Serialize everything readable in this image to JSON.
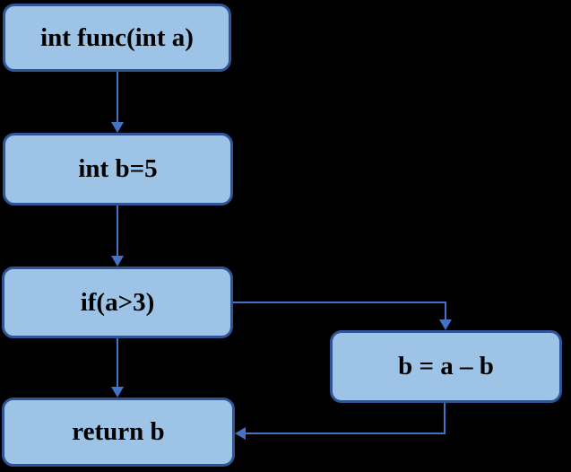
{
  "diagram": {
    "type": "flowchart",
    "description": "Control flow of a C function returning b, with conditional assignment",
    "nodes": [
      {
        "id": "func",
        "label": "int func(int a)"
      },
      {
        "id": "init",
        "label": "int b=5"
      },
      {
        "id": "cond",
        "label": "if(a>3)"
      },
      {
        "id": "assign",
        "label": "b = a – b"
      },
      {
        "id": "return",
        "label": "return b"
      }
    ],
    "edges": [
      {
        "from": "func",
        "to": "init",
        "route": "straight-down"
      },
      {
        "from": "init",
        "to": "cond",
        "route": "straight-down"
      },
      {
        "from": "cond",
        "to": "assign",
        "route": "right-then-down",
        "branch": "true"
      },
      {
        "from": "cond",
        "to": "return",
        "route": "straight-down",
        "branch": "false"
      },
      {
        "from": "assign",
        "to": "return",
        "route": "down-then-left"
      }
    ]
  },
  "colors": {
    "background": "#000000",
    "node-fill": "#9dc3e6",
    "node-border": "#2f5597",
    "connector": "#4472c4",
    "text": "#000000"
  }
}
